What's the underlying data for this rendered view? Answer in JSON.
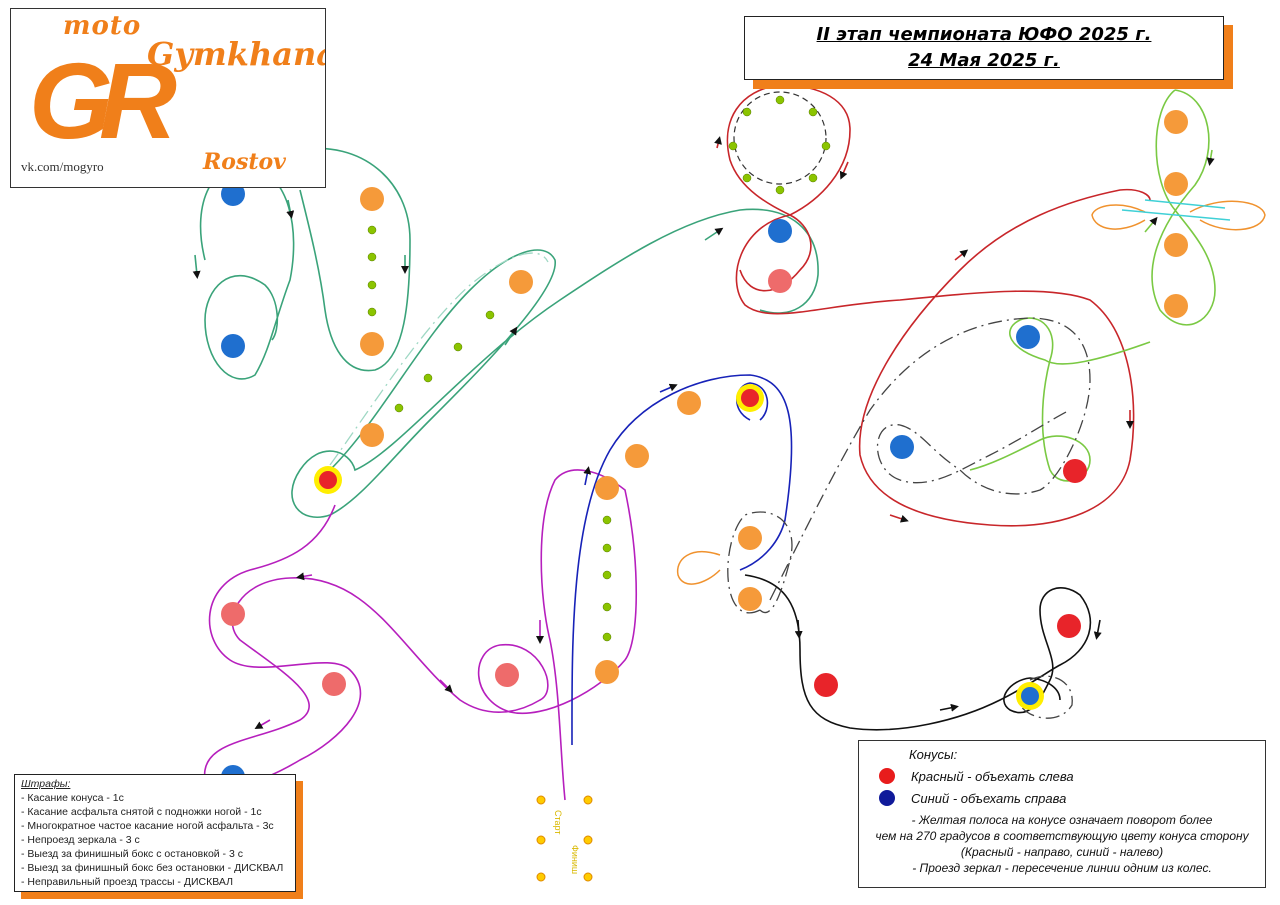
{
  "logo": {
    "moto": "moto",
    "gymkhana": "Gymkhana",
    "letters": "GR",
    "city": "Rostov",
    "url": "vk.com/mogyro"
  },
  "header": {
    "line1": "II этап чемпионата ЮФО 2025 г.",
    "line2": "24 Мая 2025 г."
  },
  "penalties": {
    "title": "Штрафы:",
    "items": [
      "- Касание конуса - 1с",
      "- Касание асфальта снятой с подножки ногой - 1с",
      "- Многократное частое касание ногой асфальта - 3с",
      "- Непроезд зеркала - 3 с",
      "- Выезд за финишный бокс с остановкой - 3 с",
      "- Выезд за финишный бокс без остановки - ДИСКВАЛ",
      "- Неправильный проезд трассы - ДИСКВАЛ"
    ]
  },
  "legend": {
    "title": "Конусы:",
    "red_text": "Красный - объехать слева",
    "blue_text": "Синий - объехать справа",
    "note_1": "- Желтая полоса на конусе означает поворот более",
    "note_2": "чем на 270 градусов в соответствующую цвету конуса сторону",
    "note_3": "(Красный - направо, синий - налево)",
    "note_4": "- Проезд зеркал - пересечение линии одним из колес."
  },
  "start_labels": {
    "start": "Старт",
    "finish": "Финиш"
  },
  "colors": {
    "accent": "#f07f1a",
    "cone_orange": "#f59a3a",
    "cone_red": "#e8242a",
    "cone_red_light": "#ee6b6b",
    "cone_blue": "#1f6fcf",
    "cone_marker_green": "#8bc400",
    "highlight_yellow": "#ffee00",
    "legend_red": "#e81c1c",
    "legend_blue": "#101a9a"
  }
}
